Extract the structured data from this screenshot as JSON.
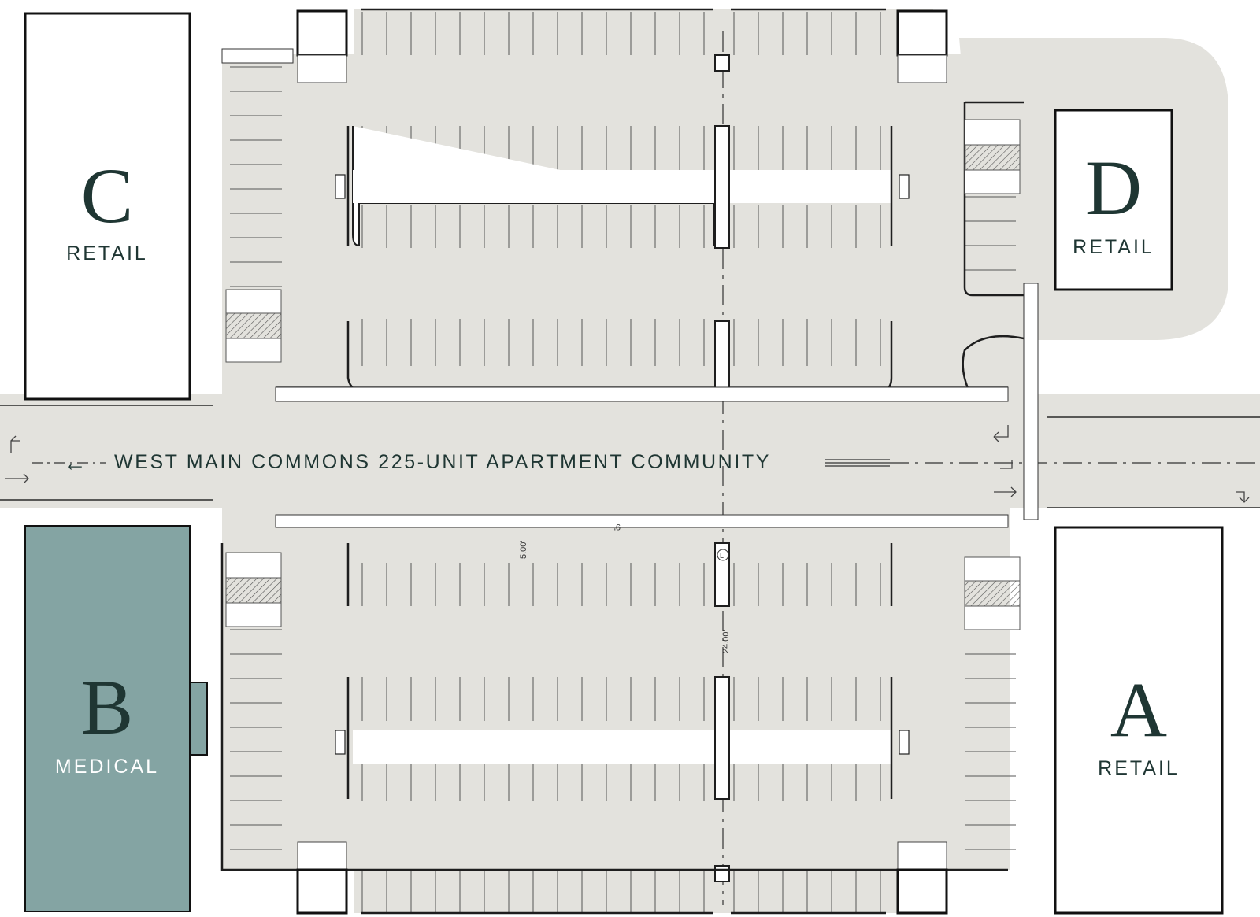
{
  "site": {
    "road_label": "WEST MAIN COMMONS 225-UNIT APARTMENT COMMUNITY",
    "road_arrow": "←",
    "centerline_mark": "L",
    "dimensions": [
      "5.00'",
      "24.00'",
      "9'"
    ],
    "buildings": [
      {
        "id": "C",
        "letter": "C",
        "use": "RETAIL",
        "highlighted": false
      },
      {
        "id": "D",
        "letter": "D",
        "use": "RETAIL",
        "highlighted": false
      },
      {
        "id": "B",
        "letter": "B",
        "use": "MEDICAL",
        "highlighted": true
      },
      {
        "id": "A",
        "letter": "A",
        "use": "RETAIL",
        "highlighted": false
      }
    ]
  },
  "colors": {
    "pavement": "#e3e2dd",
    "highlight": "#84a4a3",
    "dark_text": "#1f3633",
    "line": "#2a2a2a",
    "white": "#ffffff"
  }
}
